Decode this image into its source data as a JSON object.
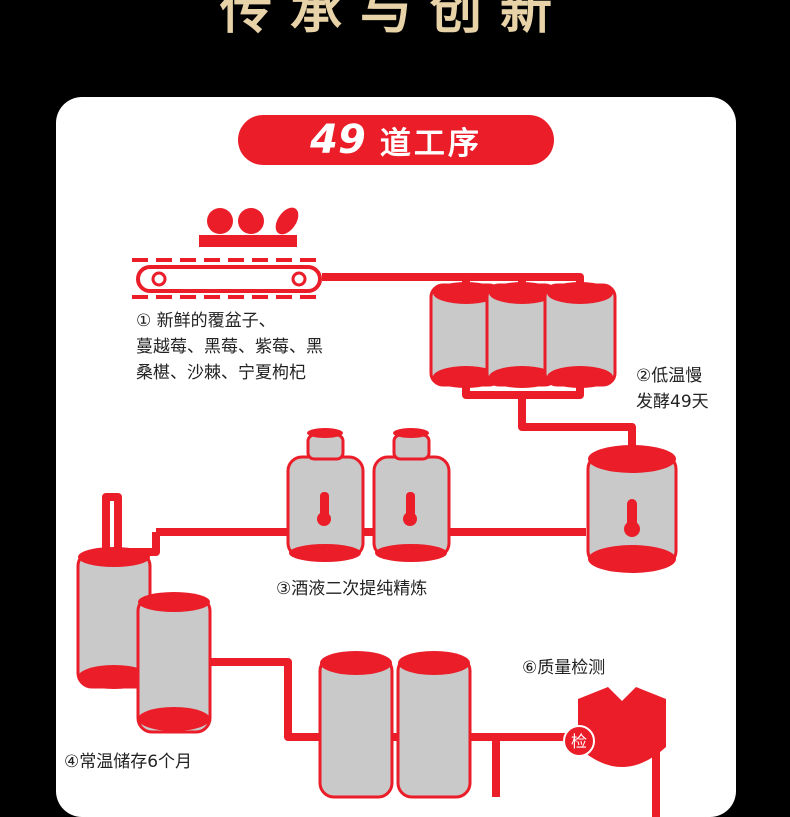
{
  "header": {
    "title": "传承与创新"
  },
  "badge": {
    "number": "49",
    "text": "道工序"
  },
  "steps": {
    "s1": {
      "line1": "① 新鲜的覆盆子、",
      "line2": "蔓越莓、黑莓、紫莓、黑",
      "line3": "桑椹、沙棘、宁夏枸杞"
    },
    "s2": {
      "line1": "②低温慢",
      "line2": "发酵49天"
    },
    "s3": {
      "text": "③酒液二次提纯精炼"
    },
    "s4": {
      "text": "④常温储存6个月"
    },
    "s6": {
      "text": "⑥质量检测",
      "shield_text": "检"
    }
  },
  "colors": {
    "accent": "#ea1d29",
    "tank": "#c9c9c9",
    "title": "#e8d3a8"
  }
}
